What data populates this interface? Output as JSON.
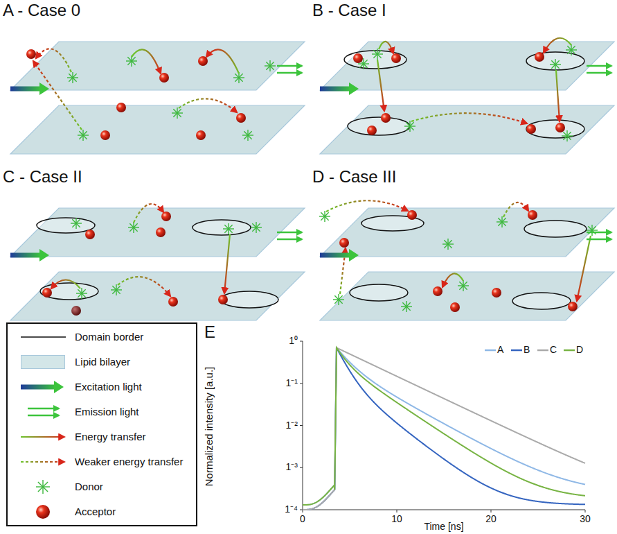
{
  "diagram": {
    "nodes": [
      {
        "text": [
          "A - Case 0"
        ]
      },
      {
        "text": [
          "B - Case I"
        ]
      },
      {
        "text": [
          "C - Case II"
        ]
      },
      {
        "text": [
          "D - Case III"
        ]
      },
      {
        "text": [
          "E"
        ]
      }
    ],
    "labels": [
      "Normalized intensity [a.u.]",
      "Time [ns]",
      "0",
      "10",
      "20",
      "30",
      "1⁰",
      "1⁻¹",
      "1⁻²",
      "1⁻³",
      "1⁻⁴"
    ],
    "legend": [
      {
        "text": "Domain border"
      },
      {
        "text": "Lipid bilayer",
        "color": "#d3e6e8"
      },
      {
        "text": "Excitation light"
      },
      {
        "text": "Emission light"
      },
      {
        "text": "Energy transfer"
      },
      {
        "text": "Weaker energy transfer"
      },
      {
        "text": "Donor"
      },
      {
        "text": "Acceptor"
      },
      {
        "text": "A"
      },
      {
        "text": "B"
      },
      {
        "text": "C"
      },
      {
        "text": "D"
      }
    ]
  }
}
